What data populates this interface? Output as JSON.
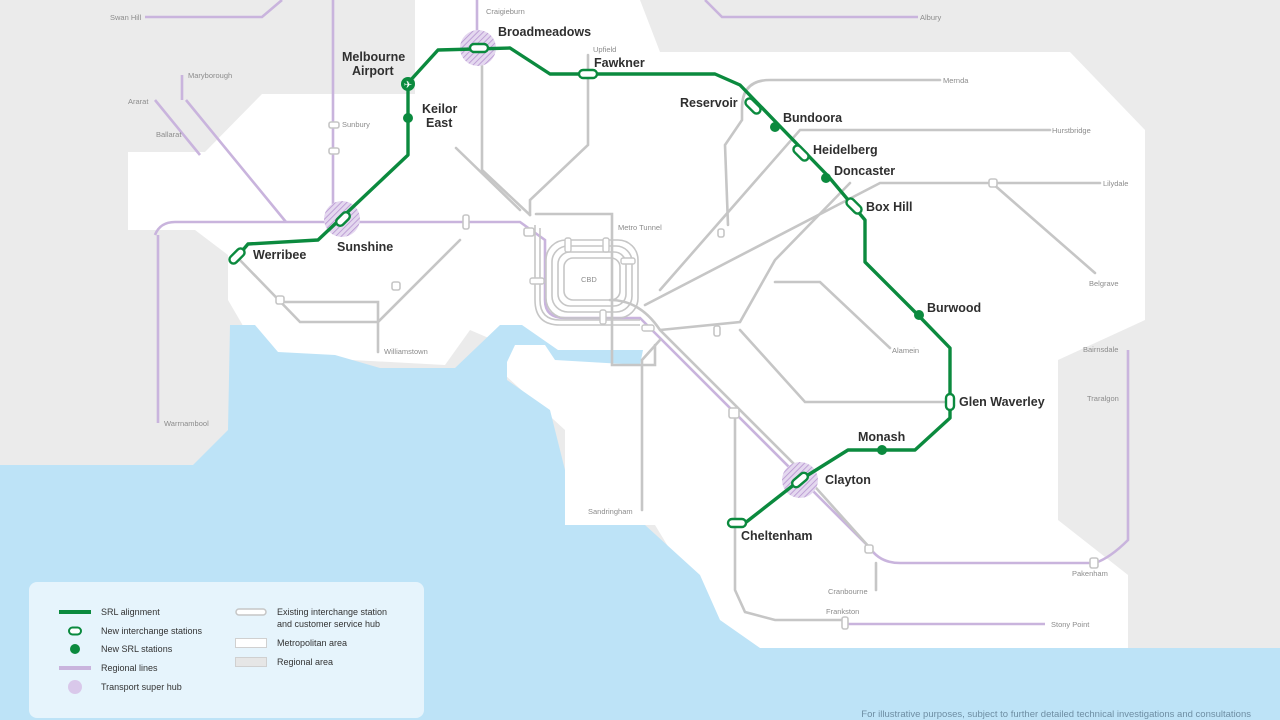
{
  "colors": {
    "srl": "#0b8a3e",
    "regional": "#c9b4dd",
    "metro_line": "#c6c6c6",
    "water": "#bde3f7",
    "metro_area": "#ffffff",
    "regional_area": "#ebebeb",
    "legend_bg": "#e6f4fc"
  },
  "map": {
    "srl_stations": {
      "broadmeadows": "Broadmeadows",
      "fawkner": "Fawkner",
      "melbourne_airport_1": "Melbourne",
      "melbourne_airport_2": "Airport",
      "keilor_east_1": "Keilor",
      "keilor_east_2": "East",
      "reservoir": "Reservoir",
      "bundoora": "Bundoora",
      "heidelberg": "Heidelberg",
      "doncaster": "Doncaster",
      "box_hill": "Box Hill",
      "sunshine": "Sunshine",
      "werribee": "Werribee",
      "burwood": "Burwood",
      "glen_waverley": "Glen Waverley",
      "monash": "Monash",
      "clayton": "Clayton",
      "cheltenham": "Cheltenham"
    },
    "place_labels": {
      "swan_hill": "Swan Hill",
      "craigieburn": "Craigieburn",
      "albury": "Albury",
      "upfield": "Upfield",
      "maryborough": "Maryborough",
      "ararat": "Ararat",
      "ballarat": "Ballarat",
      "mernda": "Mernda",
      "sunbury": "Sunbury",
      "hurstbridge": "Hurstbridge",
      "lilydale": "Lilydale",
      "metro_tunnel": "Metro Tunnel",
      "cbd": "CBD",
      "belgrave": "Belgrave",
      "williamstown": "Williamstown",
      "alamein": "Alamein",
      "bairnsdale": "Bairnsdale",
      "traralgon": "Traralgon",
      "warrnambool": "Warrnambool",
      "sandringham": "Sandringham",
      "pakenham": "Pakenham",
      "cranbourne": "Cranbourne",
      "frankston": "Frankston",
      "stony_point": "Stony Point"
    }
  },
  "legend": {
    "srl_alignment": "SRL alignment",
    "new_interchange": "New interchange stations",
    "new_srl_stations": "New SRL stations",
    "regional_lines": "Regional lines",
    "super_hub": "Transport super hub",
    "existing_interchange_1": "Existing interchange station",
    "existing_interchange_2": "and customer service hub",
    "metropolitan_area": "Metropolitan area",
    "regional_area": "Regional area"
  },
  "disclaimer": "For illustrative purposes, subject to further detailed technical investigations and consultations"
}
